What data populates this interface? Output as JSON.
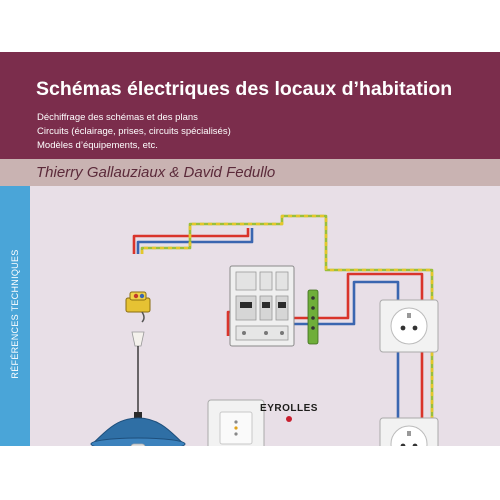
{
  "cover": {
    "title": "Schémas électriques des locaux d’habitation",
    "subtitle_lines": [
      "Déchiffrage des schémas et des plans",
      "Circuits (éclairage, prises, circuits spécialisés)",
      "Modèles d’équipements, etc."
    ],
    "authors": "Thierry Gallauziaux & David Fedullo",
    "collection": "RÉFÉRENCES TECHNIQUES",
    "publisher": "EYROLLES"
  },
  "colors": {
    "title_band": "#7b2d4c",
    "author_band": "#c9b3b2",
    "side_tab": "#4aa5d8",
    "illustration_bg": "#e8dfe7",
    "wire_red": "#d9342b",
    "wire_blue": "#3a66b0",
    "wire_green_yellow": "#9bbf3a",
    "lamp_shade": "#2f6fa5"
  },
  "illustration": {
    "items": [
      "ceiling-junction-box-icon",
      "pendant-lamp-icon",
      "circuit-breaker-panel-icon",
      "earth-terminal-bar-icon",
      "light-switch-icon",
      "power-socket-icon",
      "power-socket-icon"
    ]
  }
}
